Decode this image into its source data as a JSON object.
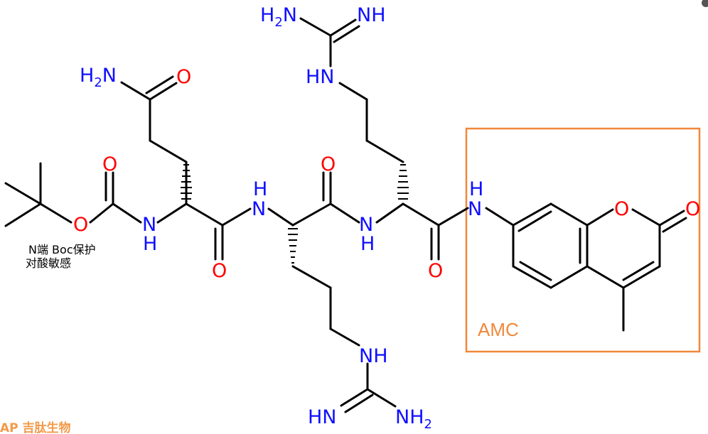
{
  "atoms": {
    "nh2_top": "H",
    "nh2_top_sub": "2",
    "nh2_top_n": "N",
    "nh_top": "NH",
    "hn_top": "HN",
    "h2n_gln": "H",
    "h2n_gln_sub": "2",
    "h2n_gln_n": "N",
    "o_gln_side": "O",
    "o_boc_carbonyl": "O",
    "o_boc_ester": "O",
    "nh_boc_n": "N",
    "nh_boc_h": "H",
    "o_gln_amide": "O",
    "hn_arg1_h": "H",
    "hn_arg1_n": "N",
    "o_arg1": "O",
    "nh_arg2_n": "N",
    "nh_arg2_h": "H",
    "o_arg2": "O",
    "hn_amc_h": "H",
    "hn_amc_n": "N",
    "o_ring": "O",
    "o_lactone": "O",
    "nh_bottom": "NH",
    "hn_bottom": "HN",
    "nh2_bottom": "NH",
    "nh2_bottom_sub": "2"
  },
  "annotations": {
    "note_line1": "N端 Boc保护",
    "note_line2": "对酸敏感",
    "amc_label": "AMC",
    "watermark": "AP 吉肽生物"
  },
  "colors": {
    "nitrogen": "#1010ff",
    "oxygen": "#ff0000",
    "highlight_box": "#f0883a",
    "watermark": "#f29a4a"
  }
}
